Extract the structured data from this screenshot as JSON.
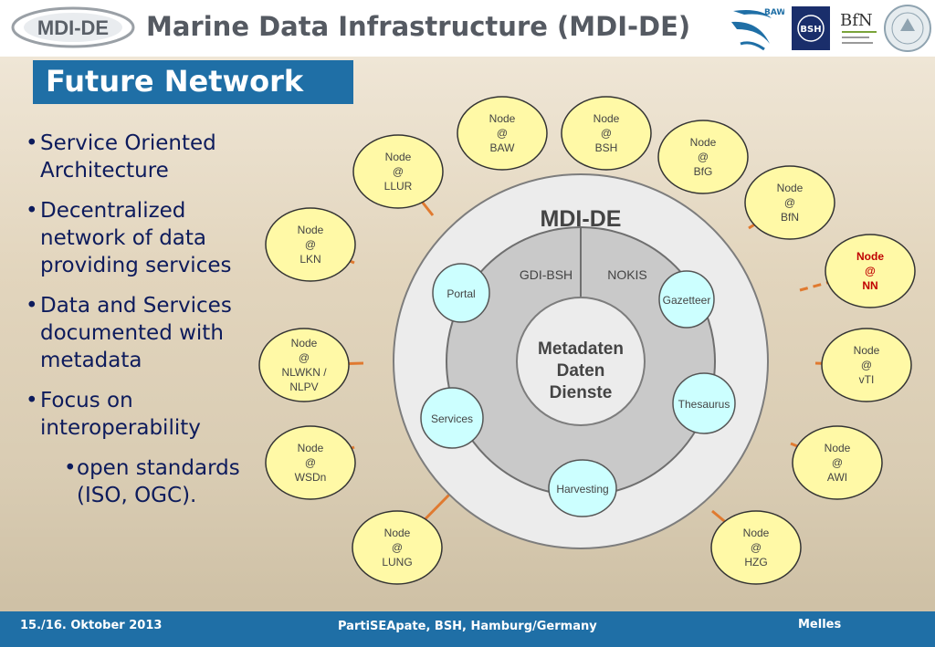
{
  "header": {
    "logo_text": "MDI-DE",
    "title": "Marine Data Infrastructure (MDI-DE)",
    "partner_logos": [
      {
        "name": "baw-logo",
        "text": "BAW"
      },
      {
        "name": "bsh-logo",
        "text": "BSH"
      },
      {
        "name": "bfn-logo",
        "text": "BfN"
      },
      {
        "name": "seal-logo",
        "text": ""
      }
    ]
  },
  "section_title": "Future Network",
  "bullets": [
    {
      "text": "Service Oriented Architecture",
      "level": 1
    },
    {
      "text": "Decentralized network of data providing services",
      "level": 1
    },
    {
      "text": "Data and Services documented with metadata",
      "level": 1
    },
    {
      "text": "Focus on interoperability",
      "level": 1
    },
    {
      "text": "open standards (ISO, OGC).",
      "level": 2
    }
  ],
  "diagram": {
    "center_title": "MDI-DE",
    "ring_labels": [
      "GDI-BSH",
      "NOKIS"
    ],
    "core_lines": [
      "Metadaten",
      "Daten",
      "Dienste"
    ],
    "services": [
      "Portal",
      "Gazetteer",
      "Services",
      "Thesaurus",
      "Harvesting"
    ],
    "nodes": [
      {
        "lines": [
          "Node",
          "@",
          "BAW"
        ],
        "future": false
      },
      {
        "lines": [
          "Node",
          "@",
          "BSH"
        ],
        "future": false
      },
      {
        "lines": [
          "Node",
          "@",
          "BfG"
        ],
        "future": false
      },
      {
        "lines": [
          "Node",
          "@",
          "BfN"
        ],
        "future": false
      },
      {
        "lines": [
          "Node",
          "@",
          "NN"
        ],
        "future": true
      },
      {
        "lines": [
          "Node",
          "@",
          "vTI"
        ],
        "future": false
      },
      {
        "lines": [
          "Node",
          "@",
          "AWI"
        ],
        "future": false
      },
      {
        "lines": [
          "Node",
          "@",
          "HZG"
        ],
        "future": false
      },
      {
        "lines": [
          "Node",
          "@",
          "LUNG"
        ],
        "future": false
      },
      {
        "lines": [
          "Node",
          "@",
          "WSDn"
        ],
        "future": false
      },
      {
        "lines": [
          "Node",
          "@",
          "NLWKN /",
          "NLPV"
        ],
        "future": false
      },
      {
        "lines": [
          "Node",
          "@",
          "LKN"
        ],
        "future": false
      },
      {
        "lines": [
          "Node",
          "@",
          "LLUR"
        ],
        "future": false
      }
    ]
  },
  "footer": {
    "date": "15./16. Oktober 2013",
    "event": "PartiSEApate, BSH, Hamburg/Germany",
    "author": "Melles"
  },
  "colors": {
    "accent_blue": "#1f6fa6",
    "node_fill": "#fff9a6",
    "service_fill": "#ccffff",
    "connector": "#e07a30",
    "future_text": "#c00000",
    "bullet_text": "#0d1b5c"
  }
}
